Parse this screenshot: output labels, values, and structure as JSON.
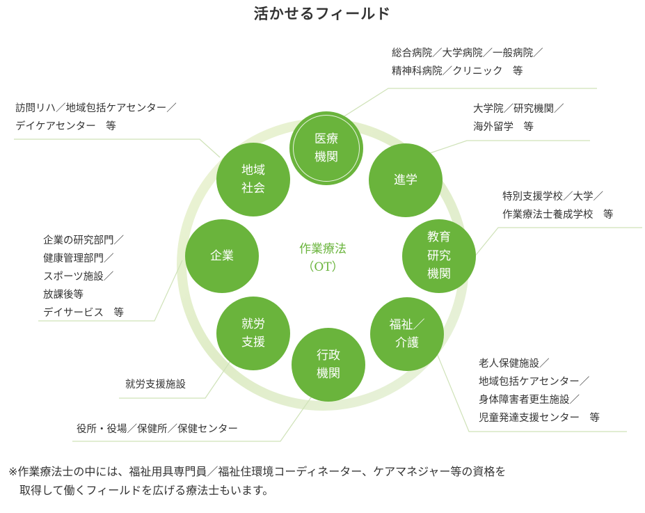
{
  "title": "活かせるフィールド",
  "center": "作業療法\n（OT）",
  "nodes": {
    "medical": "医療\n機関",
    "education_adv": "進学",
    "education_research": "教育\n研究\n機関",
    "welfare": "福祉／\n介護",
    "admin": "行政\n機関",
    "employment": "就労\n支援",
    "company": "企業",
    "community": "地域\n社会"
  },
  "labels": {
    "medical": "総合病院／大学病院／一般病院／\n精神科病院／クリニック　等",
    "education_adv": "大学院／研究機関／\n海外留学　等",
    "education_research": "特別支援学校／大学／\n作業療法士養成学校　等",
    "welfare": "老人保健施設／\n地域包括ケアセンター／\n身体障害者更生施設／\n児童発達支援センター　等",
    "admin": "役所・役場／保健所／保健センター",
    "employment": "就労支援施設",
    "company": "企業の研究部門／\n健康管理部門／\nスポーツ施設／\n放課後等\nデイサービス　等",
    "community": "訪問リハ／地域包括ケアセンター／\nデイケアセンター　等"
  },
  "footnote": "※作業療法士の中には、福祉用具専門員／福祉住環境コーディネーター、ケアマネジャー等の資格を\n　取得して働くフィールドを広げる療法士もいます。",
  "colors": {
    "node": "#6ab43c",
    "ring": "#e6efcf",
    "line": "#cfe2b8"
  }
}
